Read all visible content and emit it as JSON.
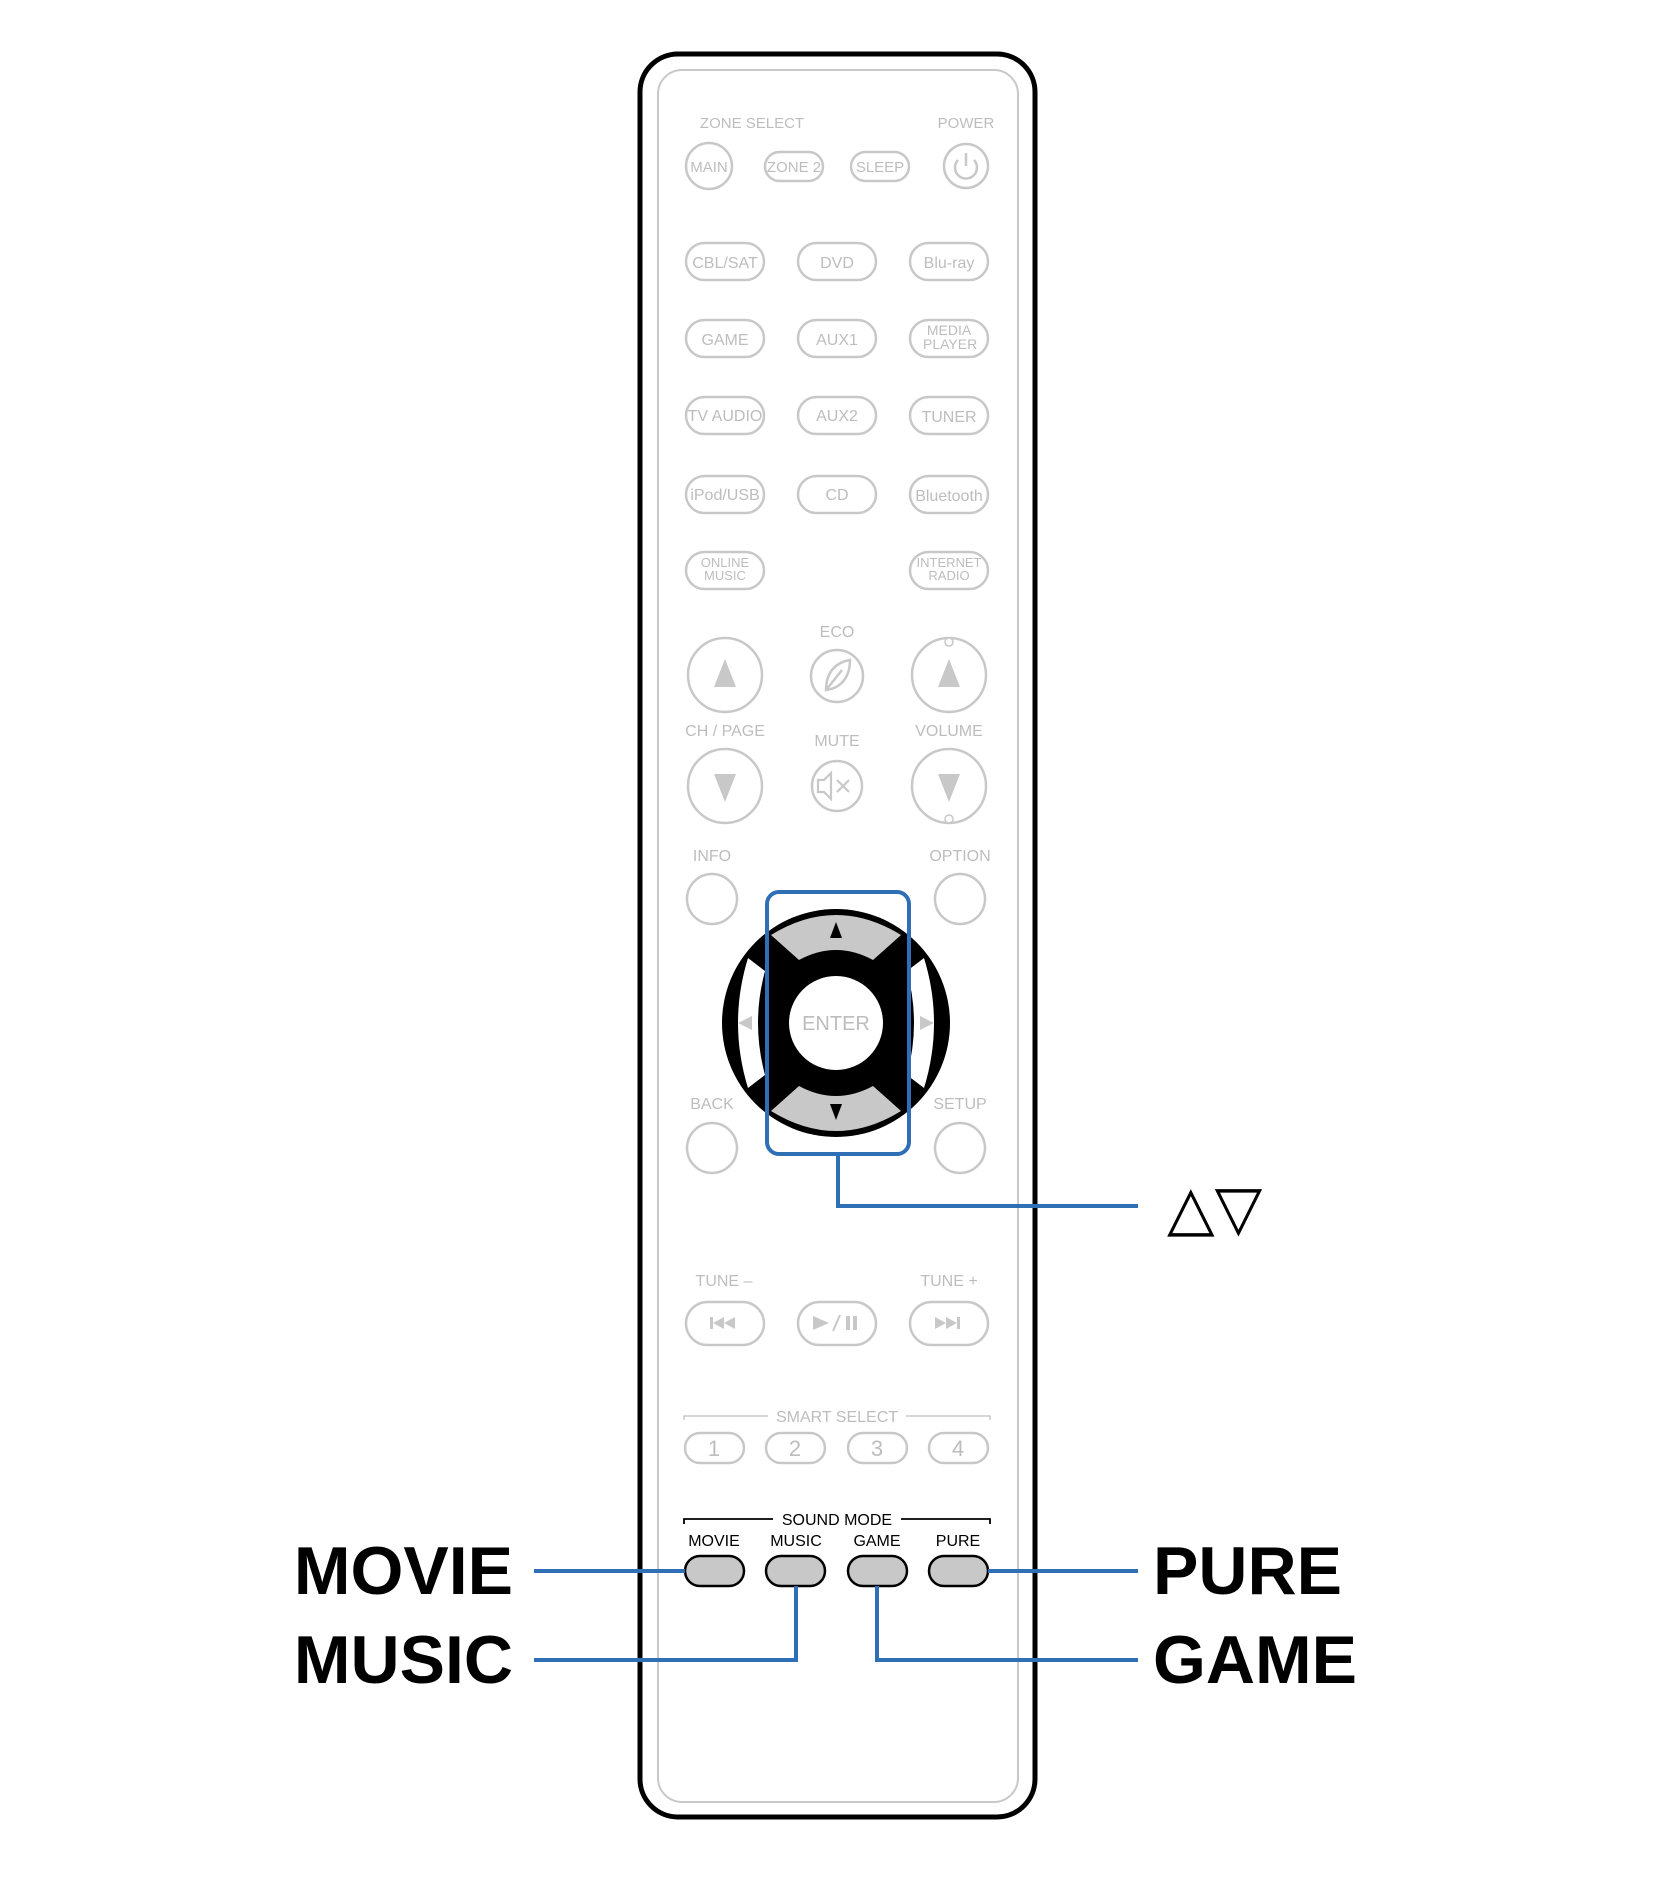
{
  "colors": {
    "outline": "#000000",
    "faded": "#c8c8c8",
    "faded_text": "#bdbdbd",
    "callout": "#2e6fb5",
    "active_fill": "#c8c8c8",
    "background": "#ffffff"
  },
  "remote": {
    "zone_select_label": "ZONE SELECT",
    "power_label": "POWER",
    "zone_buttons": [
      "MAIN",
      "ZONE 2",
      "SLEEP"
    ],
    "power_icon": "power-icon",
    "source_rows": [
      [
        "CBL/SAT",
        "DVD",
        "Blu-ray"
      ],
      [
        "GAME",
        "AUX1",
        "MEDIA PLAYER"
      ],
      [
        "TV AUDIO",
        "AUX2",
        "TUNER"
      ],
      [
        "iPod/USB",
        "CD",
        "Bluetooth"
      ],
      [
        "ONLINE MUSIC",
        "",
        "INTERNET RADIO"
      ]
    ],
    "eco_label": "ECO",
    "ch_page_label": "CH / PAGE",
    "mute_label": "MUTE",
    "volume_label": "VOLUME",
    "info_label": "INFO",
    "option_label": "OPTION",
    "enter_label": "ENTER",
    "back_label": "BACK",
    "setup_label": "SETUP",
    "tune_minus_label": "TUNE –",
    "tune_plus_label": "TUNE +",
    "smart_select_label": "SMART SELECT",
    "smart_buttons": [
      "1",
      "2",
      "3",
      "4"
    ],
    "sound_mode_label": "SOUND MODE",
    "sound_mode_buttons": [
      "MOVIE",
      "MUSIC",
      "GAME",
      "PURE"
    ]
  },
  "callouts": {
    "arrows": "△▽",
    "movie": "MOVIE",
    "music": "MUSIC",
    "pure": "PURE",
    "game": "GAME"
  }
}
